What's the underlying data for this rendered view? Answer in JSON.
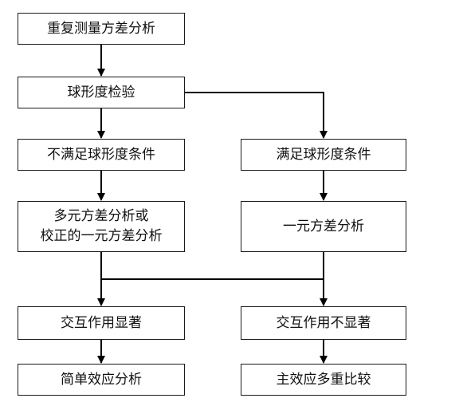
{
  "flowchart": {
    "nodes": {
      "repeated_anova": "重复测量方差分析",
      "sphericity_test": "球形度检验",
      "sphericity_not_met": "不满足球形度条件",
      "sphericity_met": "满足球形度条件",
      "manova_or_corrected": "多元方差分析或\n校正的一元方差分析",
      "one_way_anova": "一元方差分析",
      "interaction_significant": "交互作用显著",
      "interaction_not_significant": "交互作用不显著",
      "simple_effect_analysis": "简单效应分析",
      "main_effect_multiple_comparison": "主效应多重比较"
    },
    "colors": {
      "line": "#000000",
      "box_border": "#1a1a1a",
      "text": "#111111",
      "background": "#ffffff"
    }
  }
}
